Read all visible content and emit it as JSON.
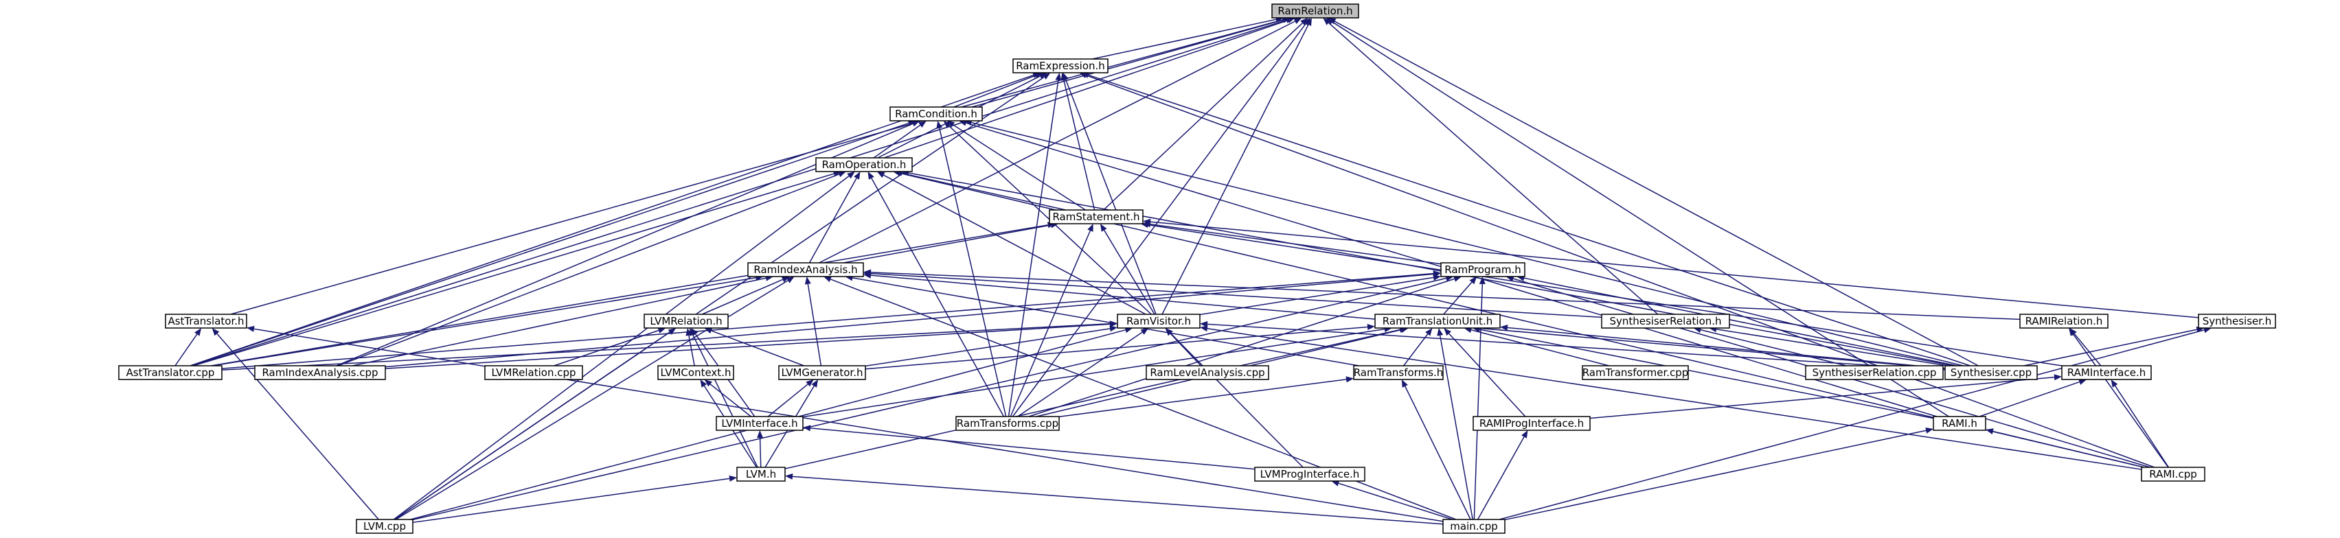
{
  "graph": {
    "root": "RamRelation.h",
    "colors": {
      "edge": "#191970",
      "root_fill": "#bfbfbf",
      "node_fill": "#ffffff",
      "node_border": "#000000"
    },
    "nodes": [
      {
        "id": "RamRelation_h",
        "label": "RamRelation.h",
        "root": true
      },
      {
        "id": "RamExpression_h",
        "label": "RamExpression.h"
      },
      {
        "id": "RamCondition_h",
        "label": "RamCondition.h"
      },
      {
        "id": "RamOperation_h",
        "label": "RamOperation.h"
      },
      {
        "id": "RamStatement_h",
        "label": "RamStatement.h"
      },
      {
        "id": "RamIndexAnalysis_h",
        "label": "RamIndexAnalysis.h"
      },
      {
        "id": "RamProgram_h",
        "label": "RamProgram.h"
      },
      {
        "id": "AstTranslator_h",
        "label": "AstTranslator.h"
      },
      {
        "id": "LVMRelation_h",
        "label": "LVMRelation.h"
      },
      {
        "id": "RamVisitor_h",
        "label": "RamVisitor.h"
      },
      {
        "id": "RamTranslationUnit_h",
        "label": "RamTranslationUnit.h"
      },
      {
        "id": "SynthesiserRelation_h",
        "label": "SynthesiserRelation.h"
      },
      {
        "id": "RAMIRelation_h",
        "label": "RAMIRelation.h"
      },
      {
        "id": "Synthesiser_h",
        "label": "Synthesiser.h"
      },
      {
        "id": "AstTranslator_cpp",
        "label": "AstTranslator.cpp"
      },
      {
        "id": "RamIndexAnalysis_cpp",
        "label": "RamIndexAnalysis.cpp"
      },
      {
        "id": "LVMRelation_cpp",
        "label": "LVMRelation.cpp"
      },
      {
        "id": "LVMContext_h",
        "label": "LVMContext.h"
      },
      {
        "id": "LVMGenerator_h",
        "label": "LVMGenerator.h"
      },
      {
        "id": "RamLevelAnalysis_cpp",
        "label": "RamLevelAnalysis.cpp"
      },
      {
        "id": "RamTransforms_h",
        "label": "RamTransforms.h"
      },
      {
        "id": "RamTransformer_cpp",
        "label": "RamTransformer.cpp"
      },
      {
        "id": "SynthesiserRelation_cpp",
        "label": "SynthesiserRelation.cpp"
      },
      {
        "id": "Synthesiser_cpp",
        "label": "Synthesiser.cpp"
      },
      {
        "id": "RAMInterface_h",
        "label": "RAMInterface.h"
      },
      {
        "id": "LVMInterface_h",
        "label": "LVMInterface.h"
      },
      {
        "id": "RamTransforms_cpp",
        "label": "RamTransforms.cpp"
      },
      {
        "id": "RAMIProgInterface_h",
        "label": "RAMIProgInterface.h"
      },
      {
        "id": "RAMI_h",
        "label": "RAMI.h"
      },
      {
        "id": "LVM_h",
        "label": "LVM.h"
      },
      {
        "id": "LVMProgInterface_h",
        "label": "LVMProgInterface.h"
      },
      {
        "id": "RAMI_cpp",
        "label": "RAMI.cpp"
      },
      {
        "id": "LVM_cpp",
        "label": "LVM.cpp"
      },
      {
        "id": "main_cpp",
        "label": "main.cpp"
      }
    ],
    "edges": [
      [
        "RamExpression_h",
        "RamRelation_h"
      ],
      [
        "RamCondition_h",
        "RamRelation_h"
      ],
      [
        "RamOperation_h",
        "RamRelation_h"
      ],
      [
        "RamStatement_h",
        "RamRelation_h"
      ],
      [
        "RamIndexAnalysis_h",
        "RamRelation_h"
      ],
      [
        "RamVisitor_h",
        "RamRelation_h"
      ],
      [
        "AstTranslator_h",
        "RamRelation_h"
      ],
      [
        "AstTranslator_cpp",
        "RamRelation_h"
      ],
      [
        "SynthesiserRelation_h",
        "RamRelation_h"
      ],
      [
        "Synthesiser_cpp",
        "RamRelation_h"
      ],
      [
        "RAMI_h",
        "RamRelation_h"
      ],
      [
        "RamTransforms_cpp",
        "RamRelation_h"
      ],
      [
        "RamCondition_h",
        "RamExpression_h"
      ],
      [
        "RamOperation_h",
        "RamExpression_h"
      ],
      [
        "RamStatement_h",
        "RamExpression_h"
      ],
      [
        "RamVisitor_h",
        "RamExpression_h"
      ],
      [
        "AstTranslator_cpp",
        "RamExpression_h"
      ],
      [
        "Synthesiser_cpp",
        "RamExpression_h"
      ],
      [
        "RAMI_cpp",
        "RamExpression_h"
      ],
      [
        "LVM_cpp",
        "RamExpression_h"
      ],
      [
        "RamTransforms_cpp",
        "RamExpression_h"
      ],
      [
        "RamOperation_h",
        "RamCondition_h"
      ],
      [
        "RamStatement_h",
        "RamCondition_h"
      ],
      [
        "RamVisitor_h",
        "RamCondition_h"
      ],
      [
        "AstTranslator_cpp",
        "RamCondition_h"
      ],
      [
        "Synthesiser_cpp",
        "RamCondition_h"
      ],
      [
        "RAMI_h",
        "RamCondition_h"
      ],
      [
        "RamIndexAnalysis_cpp",
        "RamCondition_h"
      ],
      [
        "RamTransforms_cpp",
        "RamCondition_h"
      ],
      [
        "RamStatement_h",
        "RamOperation_h"
      ],
      [
        "RamIndexAnalysis_h",
        "RamOperation_h"
      ],
      [
        "RamVisitor_h",
        "RamOperation_h"
      ],
      [
        "AstTranslator_cpp",
        "RamOperation_h"
      ],
      [
        "RamIndexAnalysis_cpp",
        "RamOperation_h"
      ],
      [
        "Synthesiser_cpp",
        "RamOperation_h"
      ],
      [
        "RAMI_cpp",
        "RamOperation_h"
      ],
      [
        "LVM_cpp",
        "RamOperation_h"
      ],
      [
        "RamTransforms_cpp",
        "RamOperation_h"
      ],
      [
        "RamIndexAnalysis_h",
        "RamStatement_h"
      ],
      [
        "RamProgram_h",
        "RamStatement_h"
      ],
      [
        "RamVisitor_h",
        "RamStatement_h"
      ],
      [
        "AstTranslator_cpp",
        "RamStatement_h"
      ],
      [
        "Synthesiser_h",
        "RamStatement_h"
      ],
      [
        "RamTransforms_cpp",
        "RamStatement_h"
      ],
      [
        "RAMInterface_h",
        "RamStatement_h"
      ],
      [
        "LVMRelation_h",
        "RamIndexAnalysis_h"
      ],
      [
        "LVMGenerator_h",
        "RamIndexAnalysis_h"
      ],
      [
        "RamIndexAnalysis_cpp",
        "RamIndexAnalysis_h"
      ],
      [
        "AstTranslator_cpp",
        "RamIndexAnalysis_h"
      ],
      [
        "RamTransforms_h",
        "RamIndexAnalysis_h"
      ],
      [
        "SynthesiserRelation_h",
        "RamIndexAnalysis_h"
      ],
      [
        "RAMIRelation_h",
        "RamIndexAnalysis_h"
      ],
      [
        "Synthesiser_cpp",
        "RamIndexAnalysis_h"
      ],
      [
        "LVM_cpp",
        "RamIndexAnalysis_h"
      ],
      [
        "main_cpp",
        "RamIndexAnalysis_h"
      ],
      [
        "RamVisitor_h",
        "RamProgram_h"
      ],
      [
        "RamTranslationUnit_h",
        "RamProgram_h"
      ],
      [
        "AstTranslator_cpp",
        "RamProgram_h"
      ],
      [
        "RamIndexAnalysis_cpp",
        "RamProgram_h"
      ],
      [
        "Synthesiser_cpp",
        "RamProgram_h"
      ],
      [
        "RAMI_cpp",
        "RamProgram_h"
      ],
      [
        "LVM_cpp",
        "RamProgram_h"
      ],
      [
        "main_cpp",
        "RamProgram_h"
      ],
      [
        "RamTransforms_cpp",
        "RamProgram_h"
      ],
      [
        "AstTranslator_cpp",
        "AstTranslator_h"
      ],
      [
        "LVM_cpp",
        "AstTranslator_h"
      ],
      [
        "main_cpp",
        "AstTranslator_h"
      ],
      [
        "LVMRelation_cpp",
        "LVMRelation_h"
      ],
      [
        "LVMContext_h",
        "LVMRelation_h"
      ],
      [
        "LVMGenerator_h",
        "LVMRelation_h"
      ],
      [
        "LVMInterface_h",
        "LVMRelation_h"
      ],
      [
        "LVM_h",
        "LVMRelation_h"
      ],
      [
        "LVM_cpp",
        "LVMRelation_h"
      ],
      [
        "RamLevelAnalysis_cpp",
        "RamVisitor_h"
      ],
      [
        "RamTransforms_cpp",
        "RamVisitor_h"
      ],
      [
        "LVMGenerator_h",
        "RamVisitor_h"
      ],
      [
        "RamIndexAnalysis_cpp",
        "RamVisitor_h"
      ],
      [
        "AstTranslator_cpp",
        "RamVisitor_h"
      ],
      [
        "Synthesiser_cpp",
        "RamVisitor_h"
      ],
      [
        "RAMI_cpp",
        "RamVisitor_h"
      ],
      [
        "LVMProgInterface_h",
        "RamVisitor_h"
      ],
      [
        "LVM_cpp",
        "RamVisitor_h"
      ],
      [
        "RamTransforms_h",
        "RamTranslationUnit_h"
      ],
      [
        "RamTransformer_cpp",
        "RamTranslationUnit_h"
      ],
      [
        "Synthesiser_cpp",
        "RamTranslationUnit_h"
      ],
      [
        "RAMIProgInterface_h",
        "RamTranslationUnit_h"
      ],
      [
        "RAMI_h",
        "RamTranslationUnit_h"
      ],
      [
        "LVMInterface_h",
        "RamTranslationUnit_h"
      ],
      [
        "LVM_h",
        "RamTranslationUnit_h"
      ],
      [
        "main_cpp",
        "RamTranslationUnit_h"
      ],
      [
        "RamTransforms_cpp",
        "RamTranslationUnit_h"
      ],
      [
        "LVMGenerator_h",
        "RamTranslationUnit_h"
      ],
      [
        "SynthesiserRelation_cpp",
        "SynthesiserRelation_h"
      ],
      [
        "Synthesiser_cpp",
        "SynthesiserRelation_h"
      ],
      [
        "RAMInterface_h",
        "RAMIRelation_h"
      ],
      [
        "RAMI_cpp",
        "RAMIRelation_h"
      ],
      [
        "Synthesiser_cpp",
        "Synthesiser_h"
      ],
      [
        "main_cpp",
        "Synthesiser_h"
      ],
      [
        "LVMInterface_h",
        "LVMContext_h"
      ],
      [
        "LVM_h",
        "LVMContext_h"
      ],
      [
        "LVMInterface_h",
        "LVMGenerator_h"
      ],
      [
        "LVM_h",
        "LVMGenerator_h"
      ],
      [
        "RamTransforms_cpp",
        "RamTransforms_h"
      ],
      [
        "main_cpp",
        "RamTransforms_h"
      ],
      [
        "RAMI_h",
        "RAMInterface_h"
      ],
      [
        "RAMI_cpp",
        "RAMInterface_h"
      ],
      [
        "RAMIProgInterface_h",
        "RAMInterface_h"
      ],
      [
        "LVM_h",
        "LVMInterface_h"
      ],
      [
        "LVMProgInterface_h",
        "LVMInterface_h"
      ],
      [
        "main_cpp",
        "RAMIProgInterface_h"
      ],
      [
        "RAMI_cpp",
        "RAMI_h"
      ],
      [
        "main_cpp",
        "RAMI_h"
      ],
      [
        "LVM_cpp",
        "LVM_h"
      ],
      [
        "main_cpp",
        "LVM_h"
      ],
      [
        "main_cpp",
        "LVMProgInterface_h"
      ]
    ]
  }
}
